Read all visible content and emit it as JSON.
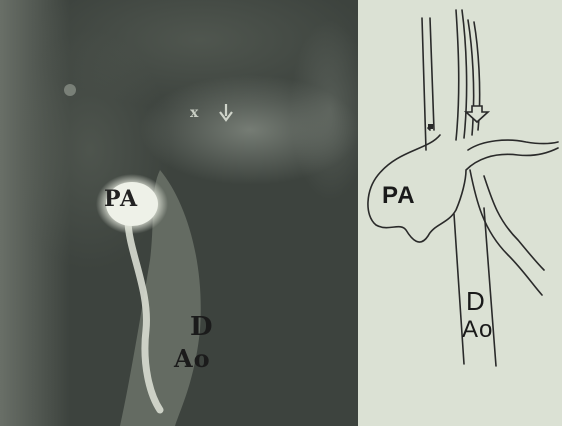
{
  "photo": {
    "pa_label": "PA",
    "x_label": "x",
    "d_label": "D",
    "ao_label": "Ao",
    "arrow_icon": "down-arrow"
  },
  "drawing": {
    "pa_label": "PA",
    "d_label": "D",
    "ao_label": "Ao",
    "arrow_icon": "down-arrow"
  },
  "colors": {
    "photo_background": "#3a403b",
    "drawing_background": "#dbe1d4",
    "line": "#2a2a2a"
  }
}
